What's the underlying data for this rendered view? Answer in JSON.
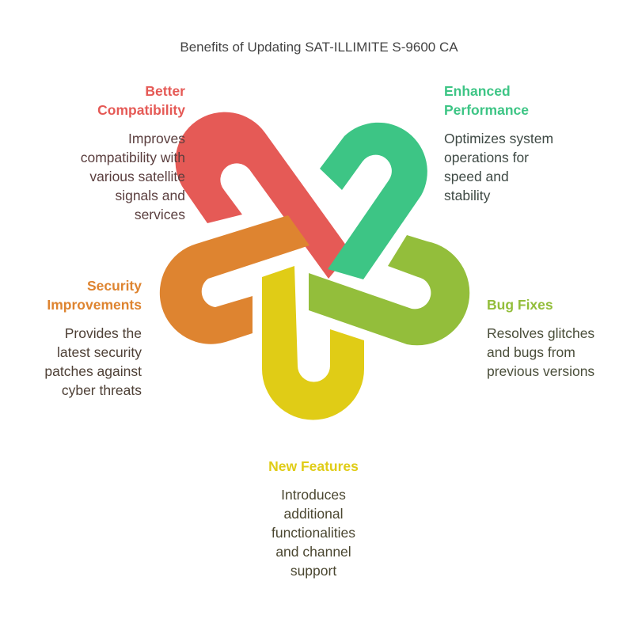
{
  "title": "Benefits of Updating SAT-ILLIMITE S-9600 CA",
  "colors": {
    "compatibility": "#E55A56",
    "performance": "#3DC585",
    "bug_fixes": "#93BE3B",
    "new_features": "#E0CC16",
    "security": "#DE8430",
    "desc_compat": "#5A3E3E",
    "desc_perf": "#3F4A45",
    "desc_bug": "#4A4E3A",
    "desc_new": "#4A4630",
    "desc_sec": "#4E4036"
  },
  "benefits": [
    {
      "id": "compatibility",
      "title_line1": "Better",
      "title_line2": "Compatibility",
      "desc": [
        "Improves",
        "compatibility with",
        "various satellite",
        "signals and",
        "services"
      ]
    },
    {
      "id": "performance",
      "title_line1": "Enhanced",
      "title_line2": "Performance",
      "desc": [
        "Optimizes system",
        "operations for",
        "speed and",
        "stability"
      ]
    },
    {
      "id": "security",
      "title_line1": "Security",
      "title_line2": "Improvements",
      "desc": [
        "Provides the",
        "latest security",
        "patches against",
        "cyber threats"
      ]
    },
    {
      "id": "bug_fixes",
      "title_line1": "Bug Fixes",
      "desc": [
        "Resolves glitches",
        "and bugs from",
        "previous versions"
      ]
    },
    {
      "id": "new_features",
      "title_line1": "New Features",
      "desc": [
        "Introduces",
        "additional",
        "functionalities",
        "and channel",
        "support"
      ]
    }
  ]
}
